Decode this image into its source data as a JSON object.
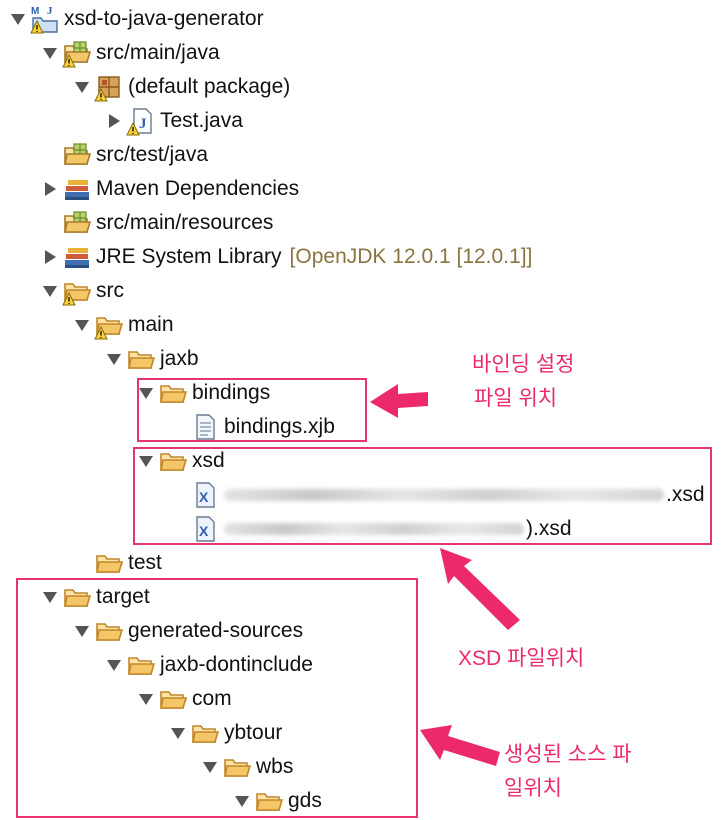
{
  "tree": {
    "project": "xsd-to-java-generator",
    "src_main_java": "src/main/java",
    "default_package": "(default package)",
    "test_java": "Test.java",
    "src_test_java": "src/test/java",
    "maven_deps": "Maven Dependencies",
    "src_main_resources": "src/main/resources",
    "jre_lib": "JRE System Library",
    "jre_lib_suffix": "[OpenJDK 12.0.1 [12.0.1]]",
    "src": "src",
    "main": "main",
    "jaxb": "jaxb",
    "bindings": "bindings",
    "bindings_xjb": "bindings.xjb",
    "xsd": "xsd",
    "xsd_file1_tail": ".xsd",
    "xsd_file2_tail": ").xsd",
    "test": "test",
    "target": "target",
    "generated_sources": "generated-sources",
    "jaxb_dontinclude": "jaxb-dontinclude",
    "com": "com",
    "ybtour": "ybtour",
    "wbs": "wbs",
    "gds": "gds"
  },
  "annotations": {
    "binding_line1": "바인딩 설정",
    "binding_line2": "파일 위치",
    "xsd": "XSD 파일위치",
    "generated_line1": "생성된 소스 파",
    "generated_line2": "일위치"
  },
  "colors": {
    "annotation": "#ec2a6b",
    "folder": "#e0a43a",
    "library": "#8a7440"
  }
}
